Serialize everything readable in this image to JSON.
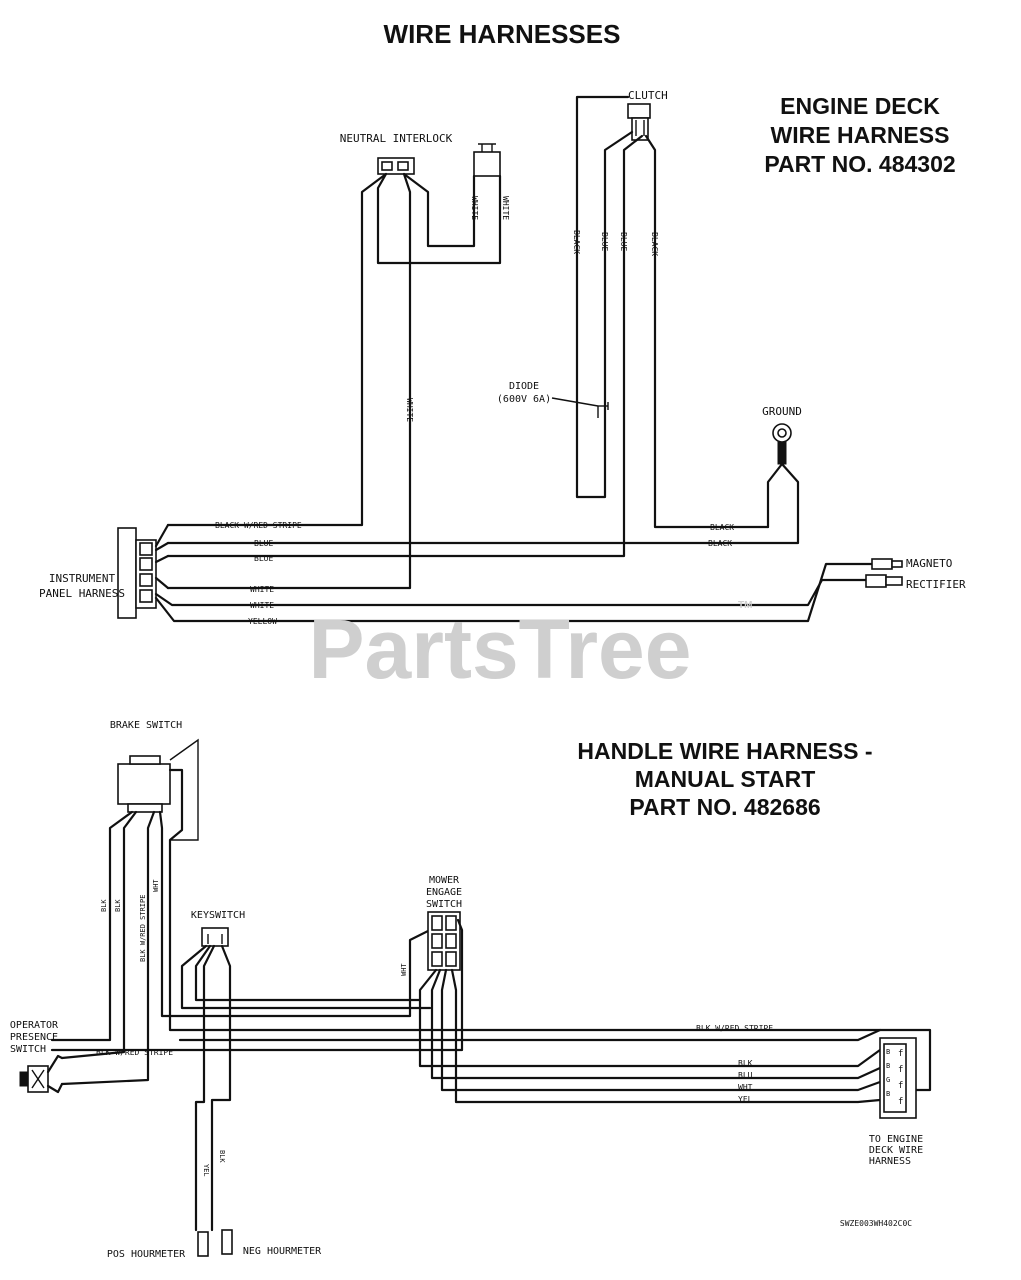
{
  "page_title": "WIRE HARNESSES",
  "engine_harness": {
    "title_lines": [
      "ENGINE DECK",
      "WIRE HARNESS",
      "PART NO. 484302"
    ],
    "components": {
      "clutch": "CLUTCH",
      "neutral_interlock": "NEUTRAL INTERLOCK",
      "diode_line1": "DIODE",
      "diode_line2": "(600V 6A)",
      "ground": "GROUND",
      "instrument_line1": "INSTRUMENT",
      "instrument_line2": "PANEL HARNESS",
      "magneto": "MAGNETO",
      "rectifier": "RECTIFIER"
    },
    "wire_labels": {
      "white_a": "WHITE",
      "white_b": "WHITE",
      "white_c": "WHITE",
      "black_v": "BLACK",
      "blue_a": "BLUE",
      "blue_b": "BLUE",
      "black_v2": "BLACK",
      "black_red_stripe": "BLACK W/RED STRIPE",
      "blue_h1": "BLUE",
      "blue_h2": "BLUE",
      "white_h1": "WHITE",
      "white_h2": "WHITE",
      "yellow_h": "YELLOW",
      "black_h1": "BLACK",
      "black_h2": "BLACK"
    }
  },
  "handle_harness": {
    "title_lines": [
      "HANDLE WIRE HARNESS -",
      "MANUAL START",
      "PART NO. 482686"
    ],
    "components": {
      "brake_switch": "BRAKE SWITCH",
      "keyswitch": "KEYSWITCH",
      "mower_line1": "MOWER",
      "mower_line2": "ENGAGE",
      "mower_line3": "SWITCH",
      "operator_line1": "OPERATOR",
      "operator_line2": "PRESENCE",
      "operator_line3": "SWITCH",
      "to_engine_line1": "TO ENGINE",
      "to_engine_line2": "DECK WIRE",
      "to_engine_line3": "HARNESS",
      "pos_hourmeter": "POS HOURMETER",
      "neg_hourmeter": "NEG HOURMETER"
    },
    "wire_labels": {
      "blk_a": "BLK",
      "blk_b": "BLK",
      "blk_red_v": "BLK W/RED STRIPE",
      "wht_v": "WHT",
      "wht_mower": "WHT",
      "blk_red_h1": "BLK W/RED STRIPE",
      "blk_red_h2": "BLK W/RED STRIPE",
      "blk_h": "BLK",
      "blu_h": "BLU",
      "wht_h": "WHT",
      "yel_h": "YEL",
      "yel_v": "YEL",
      "blk_v2": "BLK"
    }
  },
  "drawing_code": "SWZE003WH402C0C",
  "watermark": "PartsTree",
  "watermark_tm": "TM"
}
